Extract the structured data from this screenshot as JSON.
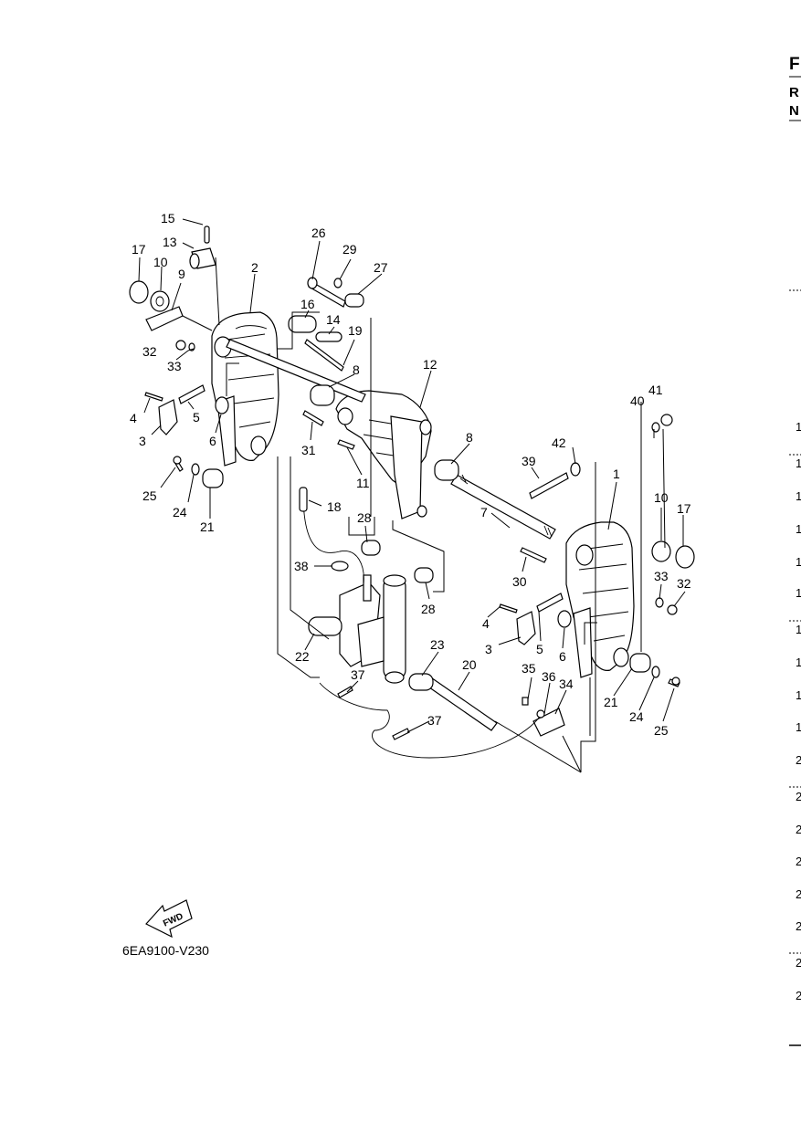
{
  "diagram_code": "6EA9100-V230",
  "fwd_label": "FWD",
  "edge_letters": [
    "F",
    "R",
    "N"
  ],
  "edge_numbers": [
    "1",
    "1",
    "1",
    "1",
    "1",
    "1",
    "1",
    "1",
    "1",
    "1",
    "2",
    "2",
    "2",
    "2",
    "2",
    "2",
    "2",
    "2"
  ],
  "callouts": [
    {
      "id": "c15a",
      "text": "15"
    },
    {
      "id": "c13a",
      "text": "13"
    },
    {
      "id": "c17a",
      "text": "17"
    },
    {
      "id": "c10a",
      "text": "10"
    },
    {
      "id": "c9",
      "text": "9"
    },
    {
      "id": "c2",
      "text": "2"
    },
    {
      "id": "c26",
      "text": "26"
    },
    {
      "id": "c29",
      "text": "29"
    },
    {
      "id": "c27",
      "text": "27"
    },
    {
      "id": "c16",
      "text": "16"
    },
    {
      "id": "c14",
      "text": "14"
    },
    {
      "id": "c19",
      "text": "19"
    },
    {
      "id": "c32a",
      "text": "32"
    },
    {
      "id": "c33a",
      "text": "33"
    },
    {
      "id": "c8a",
      "text": "8"
    },
    {
      "id": "c12",
      "text": "12"
    },
    {
      "id": "c4a",
      "text": "4"
    },
    {
      "id": "c5a",
      "text": "5"
    },
    {
      "id": "c3a",
      "text": "3"
    },
    {
      "id": "c6a",
      "text": "6"
    },
    {
      "id": "c31",
      "text": "31"
    },
    {
      "id": "c11",
      "text": "11"
    },
    {
      "id": "c8b",
      "text": "8"
    },
    {
      "id": "c41",
      "text": "41"
    },
    {
      "id": "c40",
      "text": "40"
    },
    {
      "id": "c42",
      "text": "42"
    },
    {
      "id": "c39",
      "text": "39"
    },
    {
      "id": "c1",
      "text": "1"
    },
    {
      "id": "c25a",
      "text": "25"
    },
    {
      "id": "c24a",
      "text": "24"
    },
    {
      "id": "c21a",
      "text": "21"
    },
    {
      "id": "c18",
      "text": "18"
    },
    {
      "id": "c28a",
      "text": "28"
    },
    {
      "id": "c7",
      "text": "7"
    },
    {
      "id": "c10b",
      "text": "10"
    },
    {
      "id": "c17b",
      "text": "17"
    },
    {
      "id": "c38",
      "text": "38"
    },
    {
      "id": "c28b",
      "text": "28"
    },
    {
      "id": "c30",
      "text": "30"
    },
    {
      "id": "c33b",
      "text": "33"
    },
    {
      "id": "c32b",
      "text": "32"
    },
    {
      "id": "c4b",
      "text": "4"
    },
    {
      "id": "c3b",
      "text": "3"
    },
    {
      "id": "c5b",
      "text": "5"
    },
    {
      "id": "c6b",
      "text": "6"
    },
    {
      "id": "c22",
      "text": "22"
    },
    {
      "id": "c23",
      "text": "23"
    },
    {
      "id": "c20",
      "text": "20"
    },
    {
      "id": "c35",
      "text": "35"
    },
    {
      "id": "c36",
      "text": "36"
    },
    {
      "id": "c34",
      "text": "34"
    },
    {
      "id": "c37a",
      "text": "37"
    },
    {
      "id": "c21b",
      "text": "21"
    },
    {
      "id": "c24b",
      "text": "24"
    },
    {
      "id": "c25b",
      "text": "25"
    },
    {
      "id": "c37b",
      "text": "37"
    }
  ]
}
